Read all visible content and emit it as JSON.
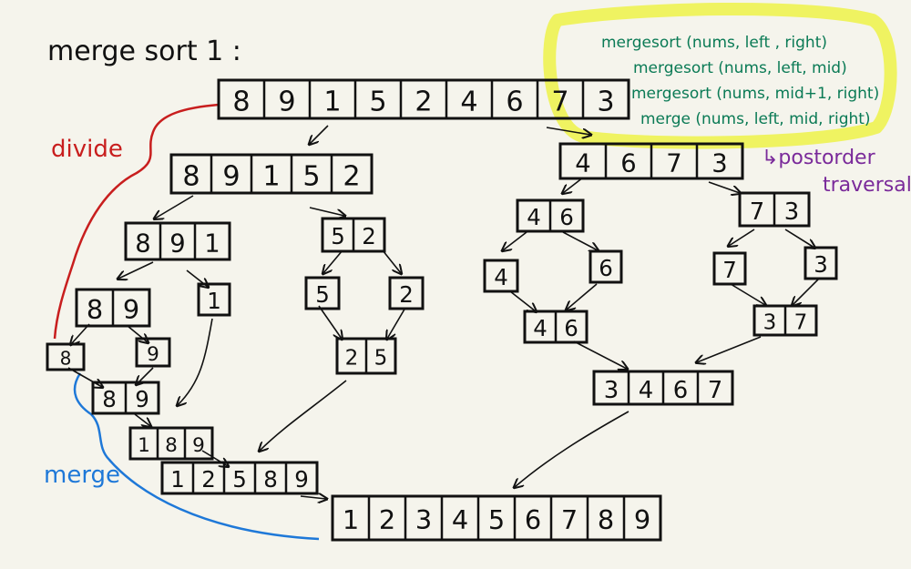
{
  "title": "merge sort 1 :",
  "labels": {
    "divide": "divide",
    "merge": "merge",
    "postorder_line1": "↳postorder",
    "postorder_line2": "traversal"
  },
  "code": [
    "mergesort (nums, left , right)",
    "mergesort (nums, left, mid)",
    "mergesort (nums, mid+1, right)",
    "merge (nums, left, mid, right)"
  ],
  "arrays": {
    "root": [
      "8",
      "9",
      "1",
      "5",
      "2",
      "4",
      "6",
      "7",
      "3"
    ],
    "left": [
      "8",
      "9",
      "1",
      "5",
      "2"
    ],
    "right": [
      "4",
      "6",
      "7",
      "3"
    ],
    "l891": [
      "8",
      "9",
      "1"
    ],
    "l52": [
      "5",
      "2"
    ],
    "r46": [
      "4",
      "6"
    ],
    "r73": [
      "7",
      "3"
    ],
    "l89": [
      "8",
      "9"
    ],
    "l1": [
      "1"
    ],
    "l5": [
      "5"
    ],
    "l2": [
      "2"
    ],
    "r4": [
      "4"
    ],
    "r6": [
      "6"
    ],
    "r7": [
      "7"
    ],
    "r3": [
      "3"
    ],
    "l8": [
      "8"
    ],
    "l9": [
      "9"
    ],
    "l25": [
      "2",
      "5"
    ],
    "r46m": [
      "4",
      "6"
    ],
    "r37": [
      "3",
      "7"
    ],
    "l89m": [
      "8",
      "9"
    ],
    "l189": [
      "1",
      "8",
      "9"
    ],
    "r3467": [
      "3",
      "4",
      "6",
      "7"
    ],
    "l12589": [
      "1",
      "2",
      "5",
      "8",
      "9"
    ],
    "final": [
      "1",
      "2",
      "3",
      "4",
      "5",
      "6",
      "7",
      "8",
      "9"
    ]
  },
  "colors": {
    "ink": "#111111",
    "divide": "#c81e1e",
    "merge": "#1e78d8",
    "code": "#0a7a55",
    "highlight": "#eef25a",
    "postorder": "#7a2a9a",
    "paper": "#f5f4ec"
  }
}
